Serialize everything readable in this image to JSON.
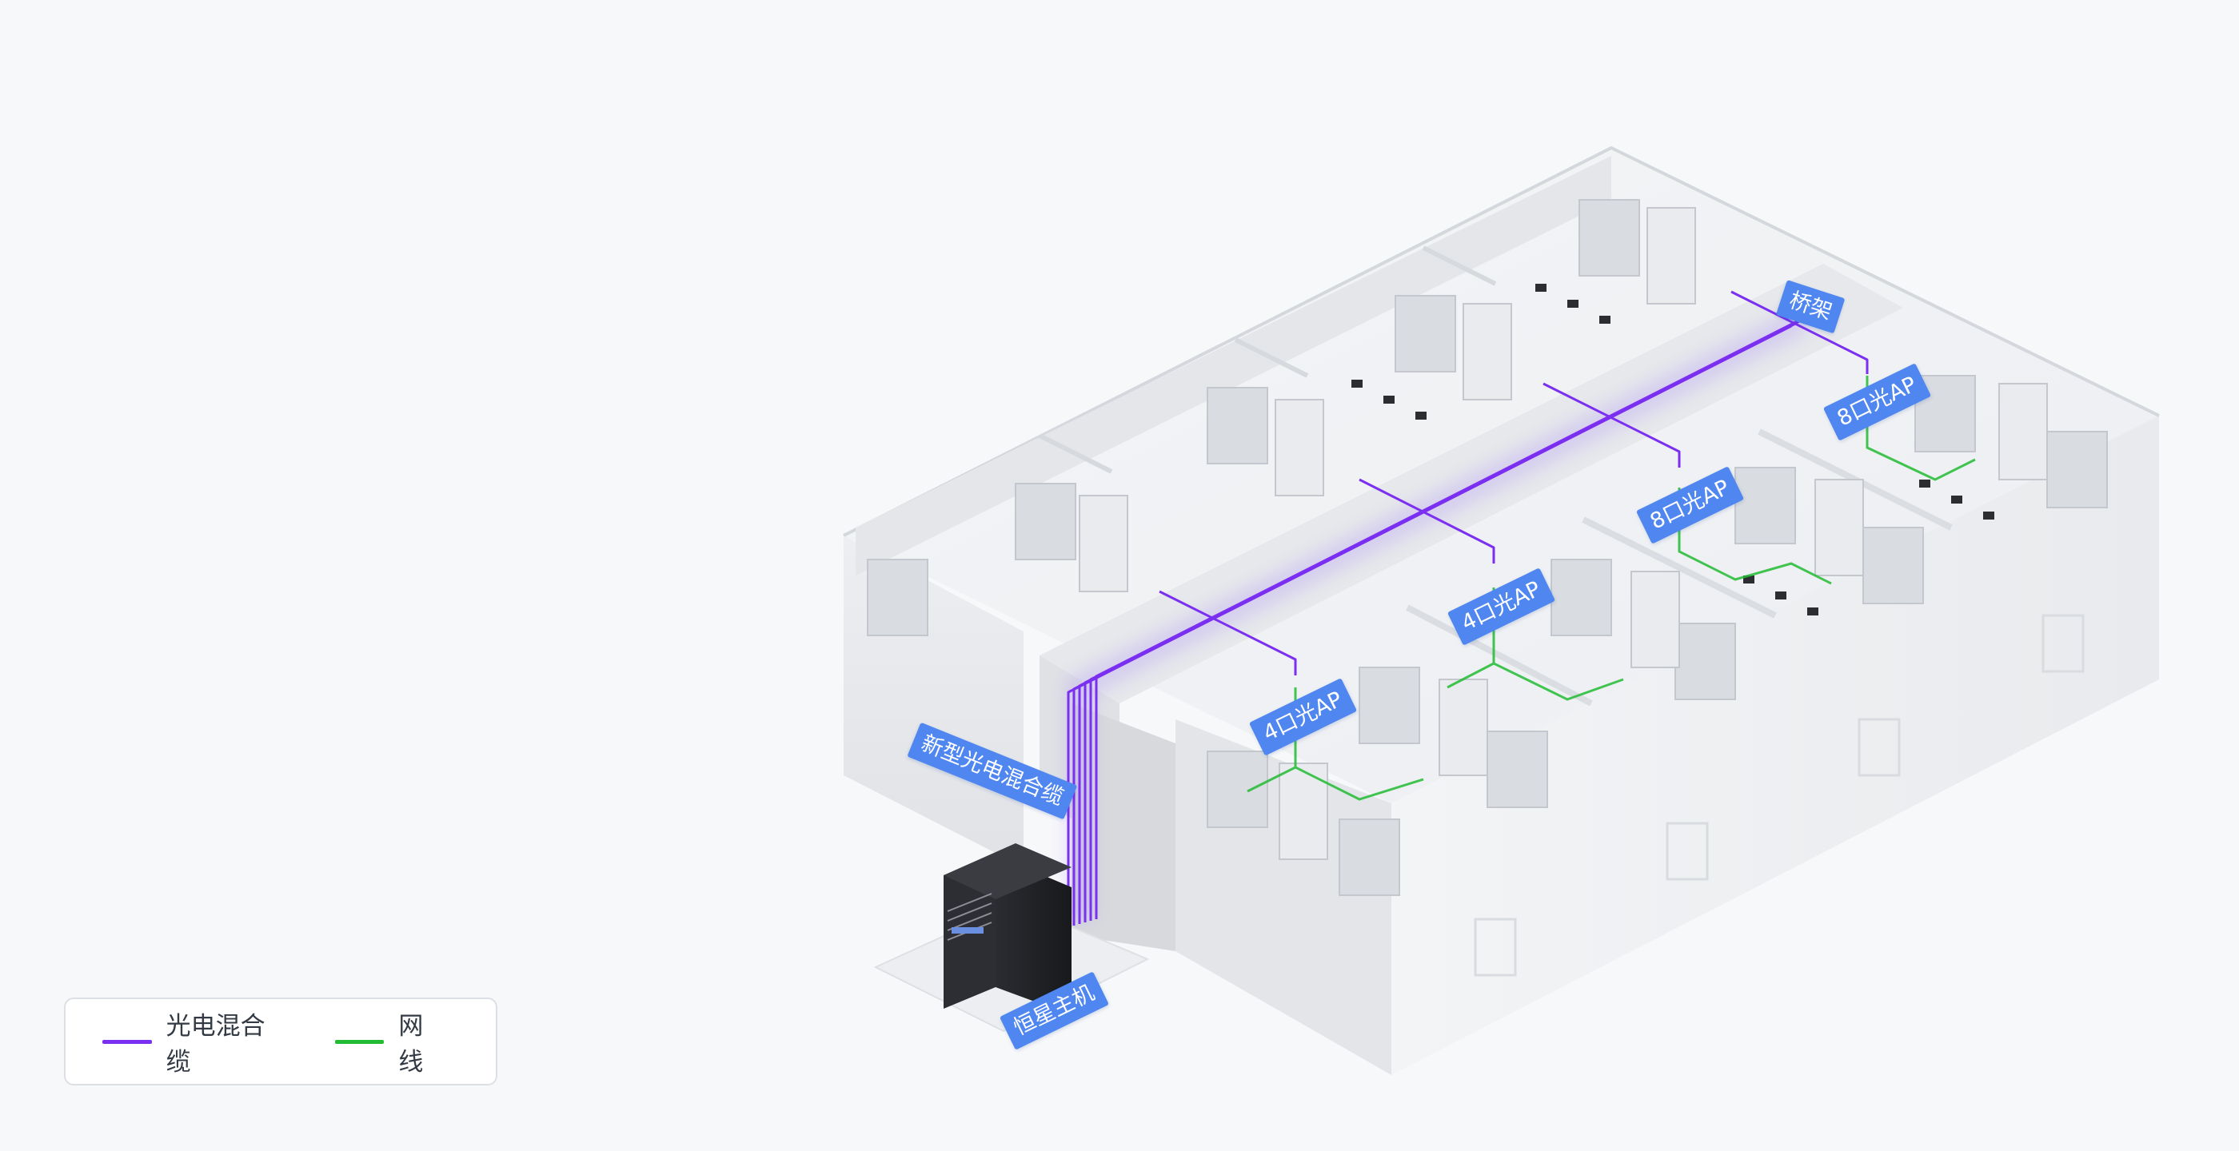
{
  "labels": {
    "bridge": "桥架",
    "ap8_right": "8口光AP",
    "ap8_mid": "8口光AP",
    "ap4_mid": "4口光AP",
    "ap4_left": "4口光AP",
    "cable": "新型光电混合缆",
    "host": "恒星主机"
  },
  "legend": {
    "items": [
      {
        "label": "光电混合缆",
        "color": "#7b2ff0"
      },
      {
        "label": "网线",
        "color": "#22bb33"
      }
    ]
  },
  "colors": {
    "hybrid_cable": "#7b2ff0",
    "network_cable": "#22bb33",
    "tag": "#4f86f0"
  }
}
